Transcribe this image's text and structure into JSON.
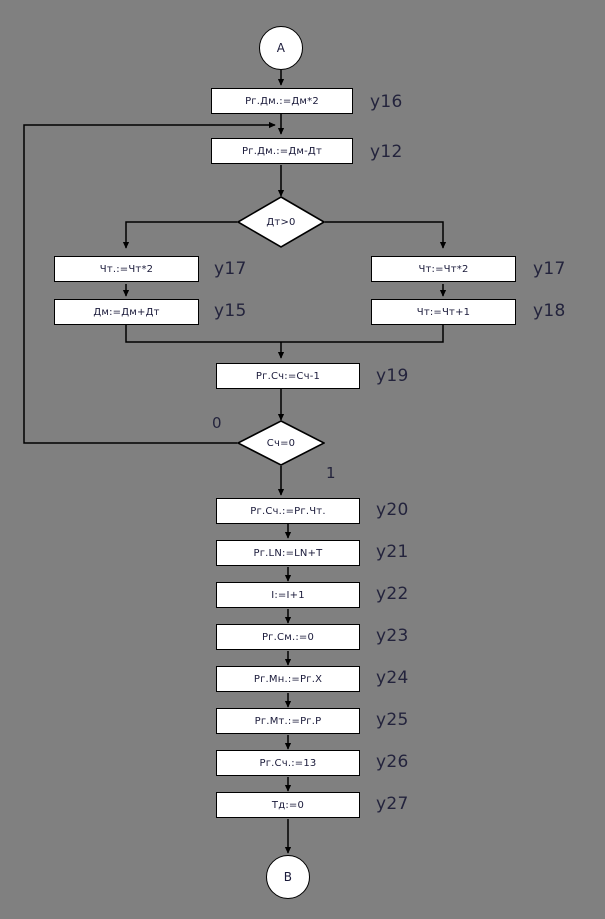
{
  "diagram": {
    "title": "Algorithm flowchart continuation",
    "background_color": "#808080",
    "node_fill": "#ffffff",
    "node_stroke": "#000000",
    "text_color": "#1a1a3a",
    "label_color": "#23233c"
  },
  "nodes": {
    "start": {
      "text": "A",
      "shape": "terminator"
    },
    "n16": {
      "text": "Рг.Дм.:=Дм*2",
      "shape": "process",
      "tag": "y16"
    },
    "n12": {
      "text": "Рг.Дм.:=Дм-Дт",
      "shape": "process",
      "tag": "y12"
    },
    "d1": {
      "text": "Дт>0",
      "shape": "decision"
    },
    "n17l": {
      "text": "Чт.:=Чт*2",
      "shape": "process",
      "tag": "y17"
    },
    "n15": {
      "text": "Дм:=Дм+Дт",
      "shape": "process",
      "tag": "y15"
    },
    "n17r": {
      "text": "Чт:=Чт*2",
      "shape": "process",
      "tag": "y17"
    },
    "n18": {
      "text": "Чт:=Чт+1",
      "shape": "process",
      "tag": "y18"
    },
    "n19": {
      "text": "Рг.Сч:=Сч-1",
      "shape": "process",
      "tag": "y19"
    },
    "d2": {
      "text": "Сч=0",
      "shape": "decision"
    },
    "n20": {
      "text": "Рг.Сч.:=Рг.Чт.",
      "shape": "process",
      "tag": "y20"
    },
    "n21": {
      "text": "Рг.LN:=LN+T",
      "shape": "process",
      "tag": "y21"
    },
    "n22": {
      "text": "I:=I+1",
      "shape": "process",
      "tag": "y22"
    },
    "n23": {
      "text": "Рг.См.:=0",
      "shape": "process",
      "tag": "y23"
    },
    "n24": {
      "text": "Рг.Мн.:=Рг.Х",
      "shape": "process",
      "tag": "y24"
    },
    "n25": {
      "text": "Рг.Мт.:=Рг.Р",
      "shape": "process",
      "tag": "y25"
    },
    "n26": {
      "text": "Рг.Сч.:=13",
      "shape": "process",
      "tag": "y26"
    },
    "n27": {
      "text": "Тд:=0",
      "shape": "process",
      "tag": "y27"
    },
    "end": {
      "text": "В",
      "shape": "terminator"
    }
  },
  "edge_labels": {
    "d2_zero": "0",
    "d2_one": "1"
  }
}
